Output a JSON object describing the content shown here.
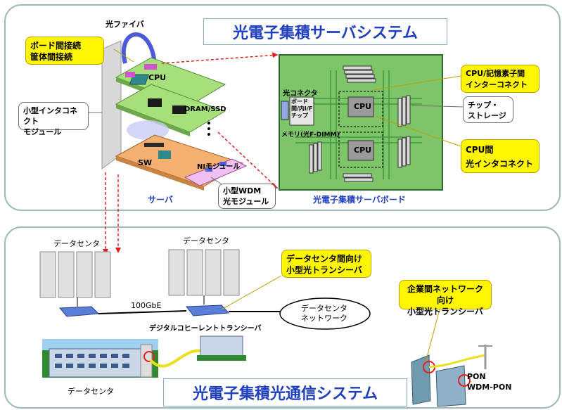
{
  "top": {
    "title": "光電子集積サーバシステム",
    "label_optical_fiber": "光ファイバ",
    "callout_board": [
      "ボード間接続",
      "筐体間接続"
    ],
    "callout_module": [
      "小型インタコネクト",
      "モジュール"
    ],
    "layer_cpu": "CPU",
    "layer_dram": "DRAM/SSD",
    "layer_sw": "SW",
    "layer_ni": "NIモジュール",
    "server_label": "サーバ",
    "callout_wdm": [
      "小型WDM",
      "光モジュール"
    ],
    "board_label": "光電子集積サーバボード",
    "optical_connector": "光コネクタ",
    "board_chip": [
      "ボード",
      "間/内I/F",
      "チップ"
    ],
    "memory_label": "メモリ(光F-DIMM)",
    "cpu1": "CPU",
    "cpu2": "CPU",
    "callout_cpu_mem": [
      "CPU/記憶素子間",
      "インターコネクト"
    ],
    "callout_storage": [
      "チップ・",
      "ストレージ"
    ],
    "callout_cpu_cpu": [
      "CPU間",
      "光インタコネクト"
    ]
  },
  "bottom": {
    "title": "光電子集積光通信システム",
    "dc_left_label": "データセンタ",
    "dc_mid_label": "データセンタ",
    "link_label": "100GbE",
    "callout_dc_transceiver": [
      "データセンタ間向け",
      "小型光トランシーバ"
    ],
    "network_label": [
      "データセンタ",
      "ネットワーク"
    ],
    "coherent_label": "デジタルコヒーレントトランシーバ",
    "dc_building_label": "データセンタ",
    "callout_enterprise": [
      "企業間ネットワーク向け",
      "小型光トランシーバ"
    ],
    "pon_label": [
      "PON",
      "WDM-PON"
    ]
  },
  "colors": {
    "title_blue": "#1f3fbf",
    "callout_yellow": "#fff500",
    "board_green": "#7ec56a",
    "link_red": "#e02020",
    "panel_border": "#9fb8b8"
  }
}
